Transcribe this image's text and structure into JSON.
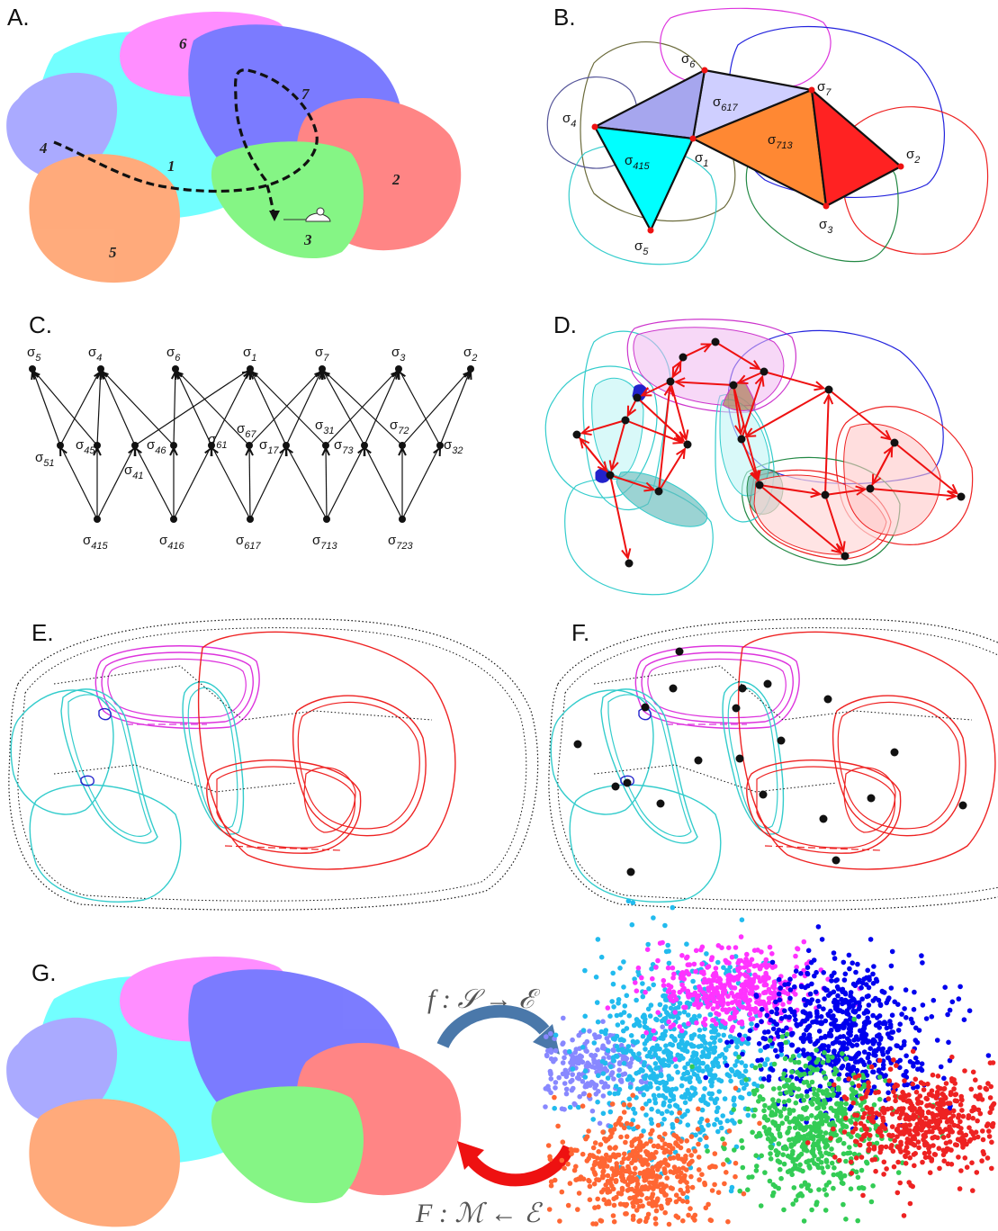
{
  "panels": {
    "a": {
      "label": "A.",
      "regions": [
        "1",
        "2",
        "3",
        "4",
        "5",
        "6",
        "7"
      ]
    },
    "b": {
      "label": "B."
    },
    "c": {
      "label": "C."
    },
    "d": {
      "label": "D."
    },
    "e": {
      "label": "E."
    },
    "f": {
      "label": "F."
    },
    "g": {
      "label": "G."
    }
  },
  "sigma": {
    "s1": {
      "base": "σ",
      "sub": "1"
    },
    "s2": {
      "base": "σ",
      "sub": "2"
    },
    "s3": {
      "base": "σ",
      "sub": "3"
    },
    "s4": {
      "base": "σ",
      "sub": "4"
    },
    "s5": {
      "base": "σ",
      "sub": "5"
    },
    "s6": {
      "base": "σ",
      "sub": "6"
    },
    "s7": {
      "base": "σ",
      "sub": "7"
    },
    "s415": {
      "base": "σ",
      "sub": "415"
    },
    "s416": {
      "base": "σ",
      "sub": "416"
    },
    "s617": {
      "base": "σ",
      "sub": "617"
    },
    "s713": {
      "base": "σ",
      "sub": "713"
    },
    "s723": {
      "base": "σ",
      "sub": "723"
    },
    "s51": {
      "base": "σ",
      "sub": "51"
    },
    "s45": {
      "base": "σ",
      "sub": "45"
    },
    "s41": {
      "base": "σ",
      "sub": "41"
    },
    "s46": {
      "base": "σ",
      "sub": "46"
    },
    "s61": {
      "base": "σ",
      "sub": "61"
    },
    "s67": {
      "base": "σ",
      "sub": "67"
    },
    "s17": {
      "base": "σ",
      "sub": "17"
    },
    "s31": {
      "base": "σ",
      "sub": "31"
    },
    "s73": {
      "base": "σ",
      "sub": "73"
    },
    "s72": {
      "base": "σ",
      "sub": "72"
    },
    "s32": {
      "base": "σ",
      "sub": "32"
    }
  },
  "maps": {
    "forward": "f : 𝒮 → ℰ",
    "backward": "F : ℳ ← ℰ"
  },
  "colors": {
    "cyan": "#00ffff",
    "blue": "#0000ee",
    "magenta": "#ff33ff",
    "red": "#ee2222",
    "green": "#22dd44",
    "orange": "#ff7733",
    "lavender": "#8888ff",
    "arrow_red": "#ee1111"
  }
}
